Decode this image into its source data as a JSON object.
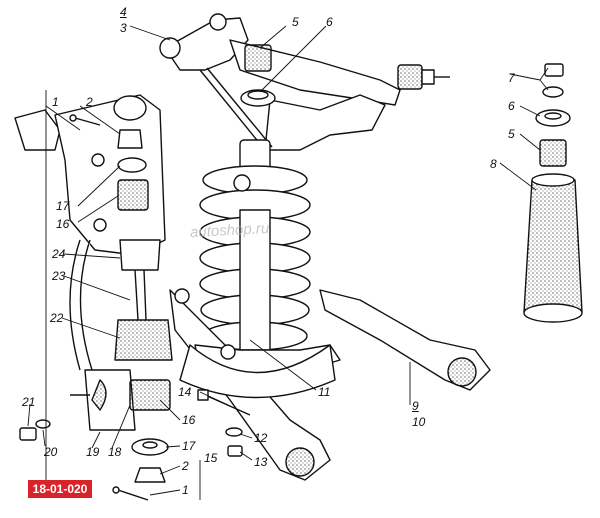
{
  "diagram": {
    "badge": "18-01-020",
    "watermark": "autoshop.ru",
    "callouts": {
      "c4": "4",
      "c3": "3",
      "c5t": "5",
      "c6t": "6",
      "c7r": "7",
      "c6r": "6",
      "c5r": "5",
      "c8": "8",
      "c1t": "1",
      "c2t": "2",
      "c17t": "17",
      "c16t": "16",
      "c24": "24",
      "c23": "23",
      "c22": "22",
      "c11": "11",
      "c9": "9",
      "c10": "10",
      "c14": "14",
      "c16b": "16",
      "c17b": "17",
      "c2b": "2",
      "c1b": "1",
      "c15": "15",
      "c12": "12",
      "c13": "13",
      "c19": "19",
      "c18": "18",
      "c21": "21",
      "c20": "20"
    }
  }
}
